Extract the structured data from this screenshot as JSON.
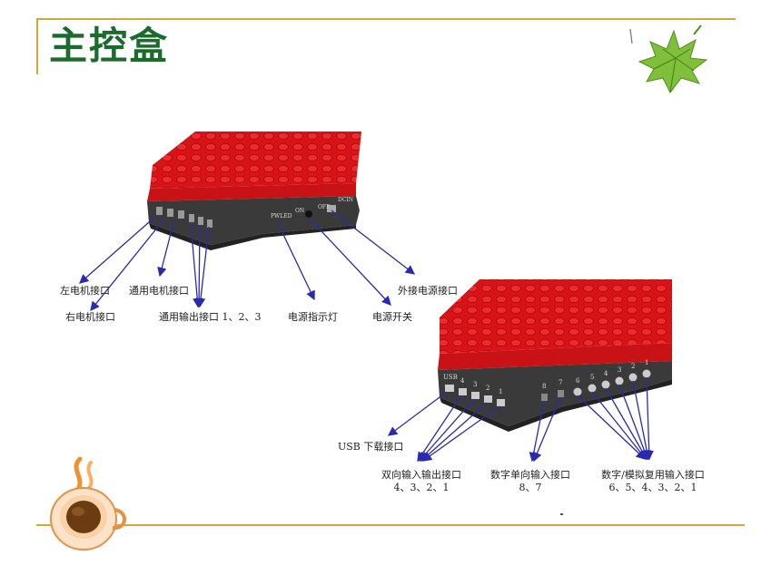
{
  "slide": {
    "title": "主控盒"
  },
  "colors": {
    "accent_rule": "#d4a93a",
    "title_green": "#1b6b2c",
    "box_red": "#e0151a",
    "box_base": "#3a3a3a",
    "arrow_blue": "#2a2ab0"
  },
  "top_box": {
    "panel_marks": [
      "PWLED",
      "ON",
      "OFF",
      "DCIN"
    ],
    "labels": {
      "left_motor": "左电机接口",
      "right_motor": "右电机接口",
      "general_motor": "通用电机接口",
      "general_io": "通用输出接口 1、2、3",
      "power_led": "电源指示灯",
      "power_switch": "电源开关",
      "external_power": "外接电源接口"
    }
  },
  "bottom_box": {
    "panel_marks": [
      "USB",
      "4",
      "3",
      "2",
      "1",
      "8",
      "7",
      "6",
      "5",
      "4",
      "3",
      "2",
      "1"
    ],
    "labels": {
      "usb": "USB 下载接口",
      "bidir_title": "双向输入输出接口",
      "bidir_nums": "4、3、2、1",
      "digital_title": "数字单向输入接口",
      "digital_nums": "8、7",
      "mux_title": "数字/模拟复用输入接口",
      "mux_nums": "6、5、4、3、2、1"
    }
  },
  "icons": [
    "maple-leaf-icon",
    "coffee-cup-icon"
  ]
}
